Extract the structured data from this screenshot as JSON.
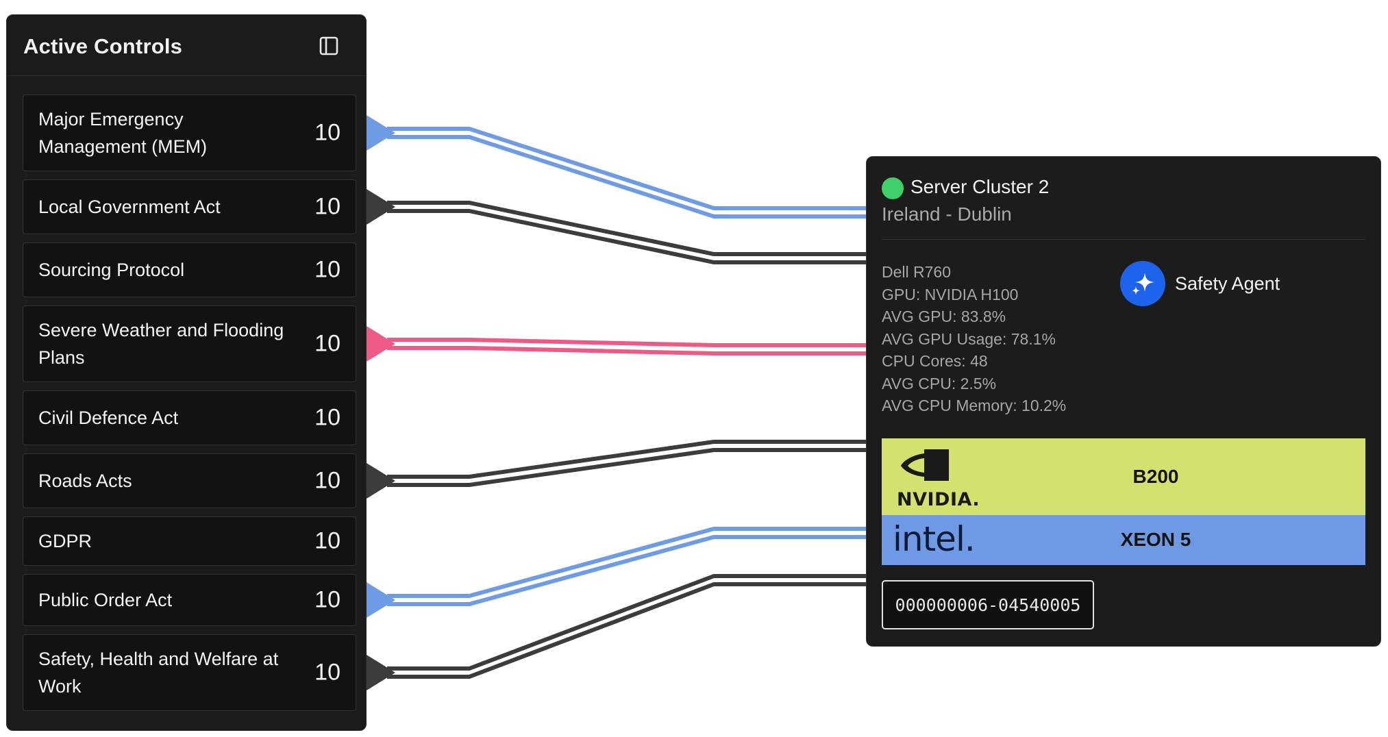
{
  "panel": {
    "title": "Active Controls",
    "controls": [
      {
        "label": "Major Emergency Management (MEM)",
        "count": "10"
      },
      {
        "label": "Local Government Act",
        "count": "10"
      },
      {
        "label": "Sourcing Protocol",
        "count": "10"
      },
      {
        "label": "Severe Weather and Flooding Plans",
        "count": "10"
      },
      {
        "label": "Civil Defence Act",
        "count": "10"
      },
      {
        "label": "Roads Acts",
        "count": "10"
      },
      {
        "label": "GDPR",
        "count": "10"
      },
      {
        "label": "Public Order Act",
        "count": "10"
      },
      {
        "label": "Safety, Health and Welfare at Work",
        "count": "10"
      }
    ]
  },
  "connections": [
    {
      "from": 0,
      "color": "#6e9be6"
    },
    {
      "from": 1,
      "color": "#3c3c3c"
    },
    {
      "from": 3,
      "color": "#ee5a85"
    },
    {
      "from": 5,
      "color": "#3c3c3c"
    },
    {
      "from": 7,
      "color": "#6e9be6"
    },
    {
      "from": 8,
      "color": "#3c3c3c"
    }
  ],
  "server": {
    "status": "online",
    "status_color": "#3fcf6b",
    "name": "Server Cluster 2",
    "location": "Ireland - Dublin",
    "specs": [
      "Dell R760",
      "GPU: NVIDIA H100",
      "AVG GPU: 83.8%",
      "AVG GPU Usage: 78.1%",
      "CPU Cores: 48",
      "AVG CPU: 2.5%",
      "AVG CPU Memory: 10.2%"
    ],
    "agent": {
      "label": "Safety Agent",
      "icon": "sparkle-icon",
      "color": "#1e63ee"
    },
    "hardware": [
      {
        "brand": "nvidia",
        "model": "B200",
        "color": "#d3e16e"
      },
      {
        "brand": "intel",
        "model": "XEON 5",
        "color": "#6f98e5"
      }
    ],
    "id": "000000006-04540005"
  }
}
